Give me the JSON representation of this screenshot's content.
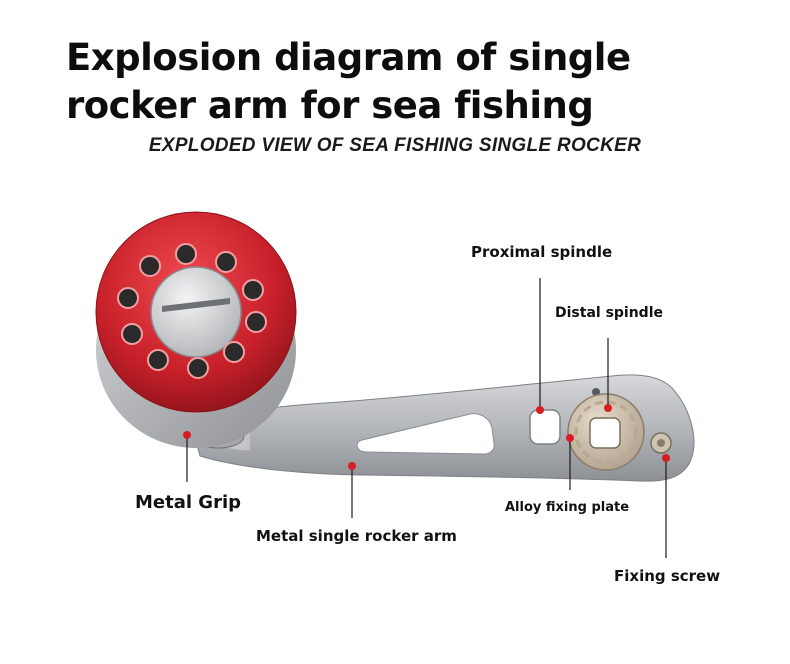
{
  "header": {
    "title": "Explosion diagram of single rocker arm for sea fishing",
    "subtitle": "EXPLODED VIEW OF SEA FISHING SINGLE ROCKER"
  },
  "labels": {
    "metal_grip": "Metal Grip",
    "metal_arm": "Metal single rocker arm",
    "proximal_spindle": "Proximal spindle",
    "distal_spindle": "Distal spindle",
    "alloy_plate": "Alloy fixing plate",
    "fixing_screw": "Fixing screw"
  },
  "colors": {
    "knob_red": "#c8202a",
    "arm_silver": "#b9bcc0",
    "marker_red": "#d91c24",
    "text": "#111111"
  }
}
